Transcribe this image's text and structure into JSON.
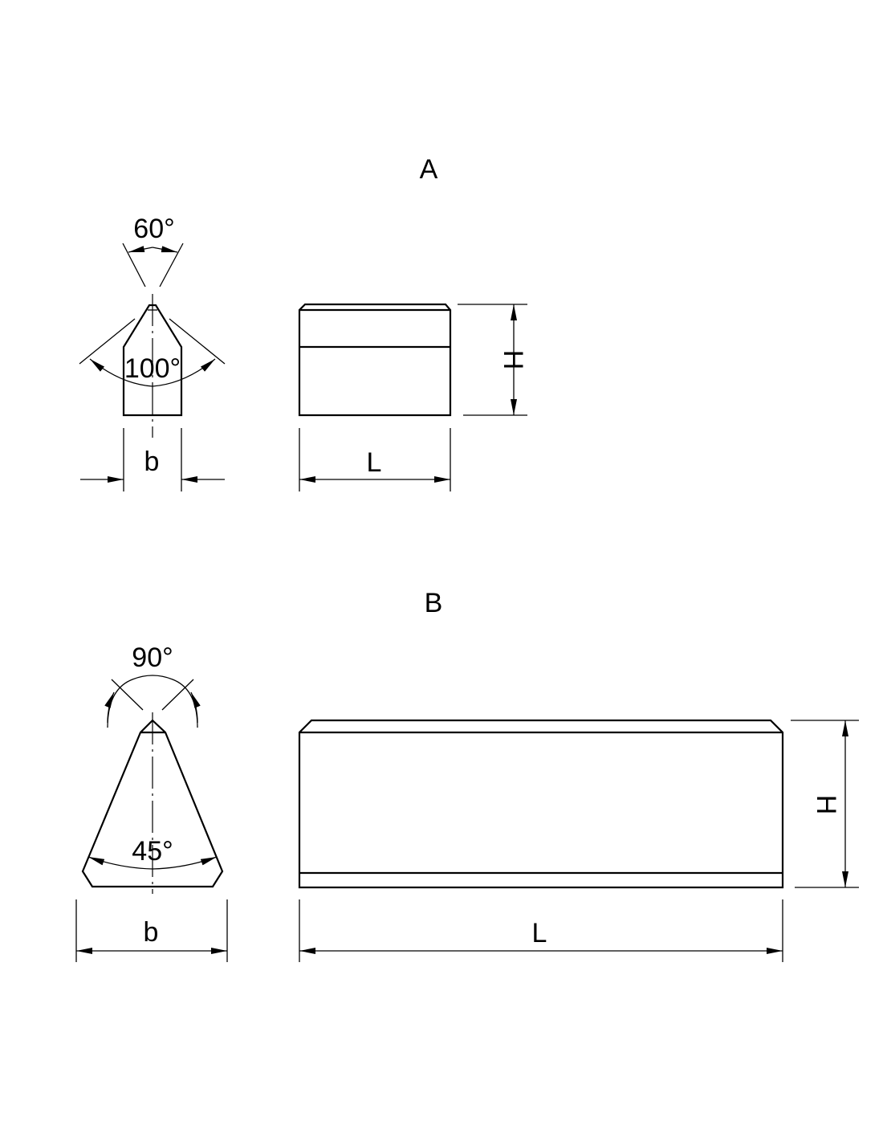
{
  "views": {
    "A": {
      "title": "A",
      "tip_angle": "60°",
      "flank_angle": "100°",
      "width_label": "b",
      "length_label": "L",
      "height_label": "H"
    },
    "B": {
      "title": "B",
      "tip_angle": "90°",
      "flank_angle": "45°",
      "width_label": "b",
      "length_label": "L",
      "height_label": "H"
    }
  }
}
